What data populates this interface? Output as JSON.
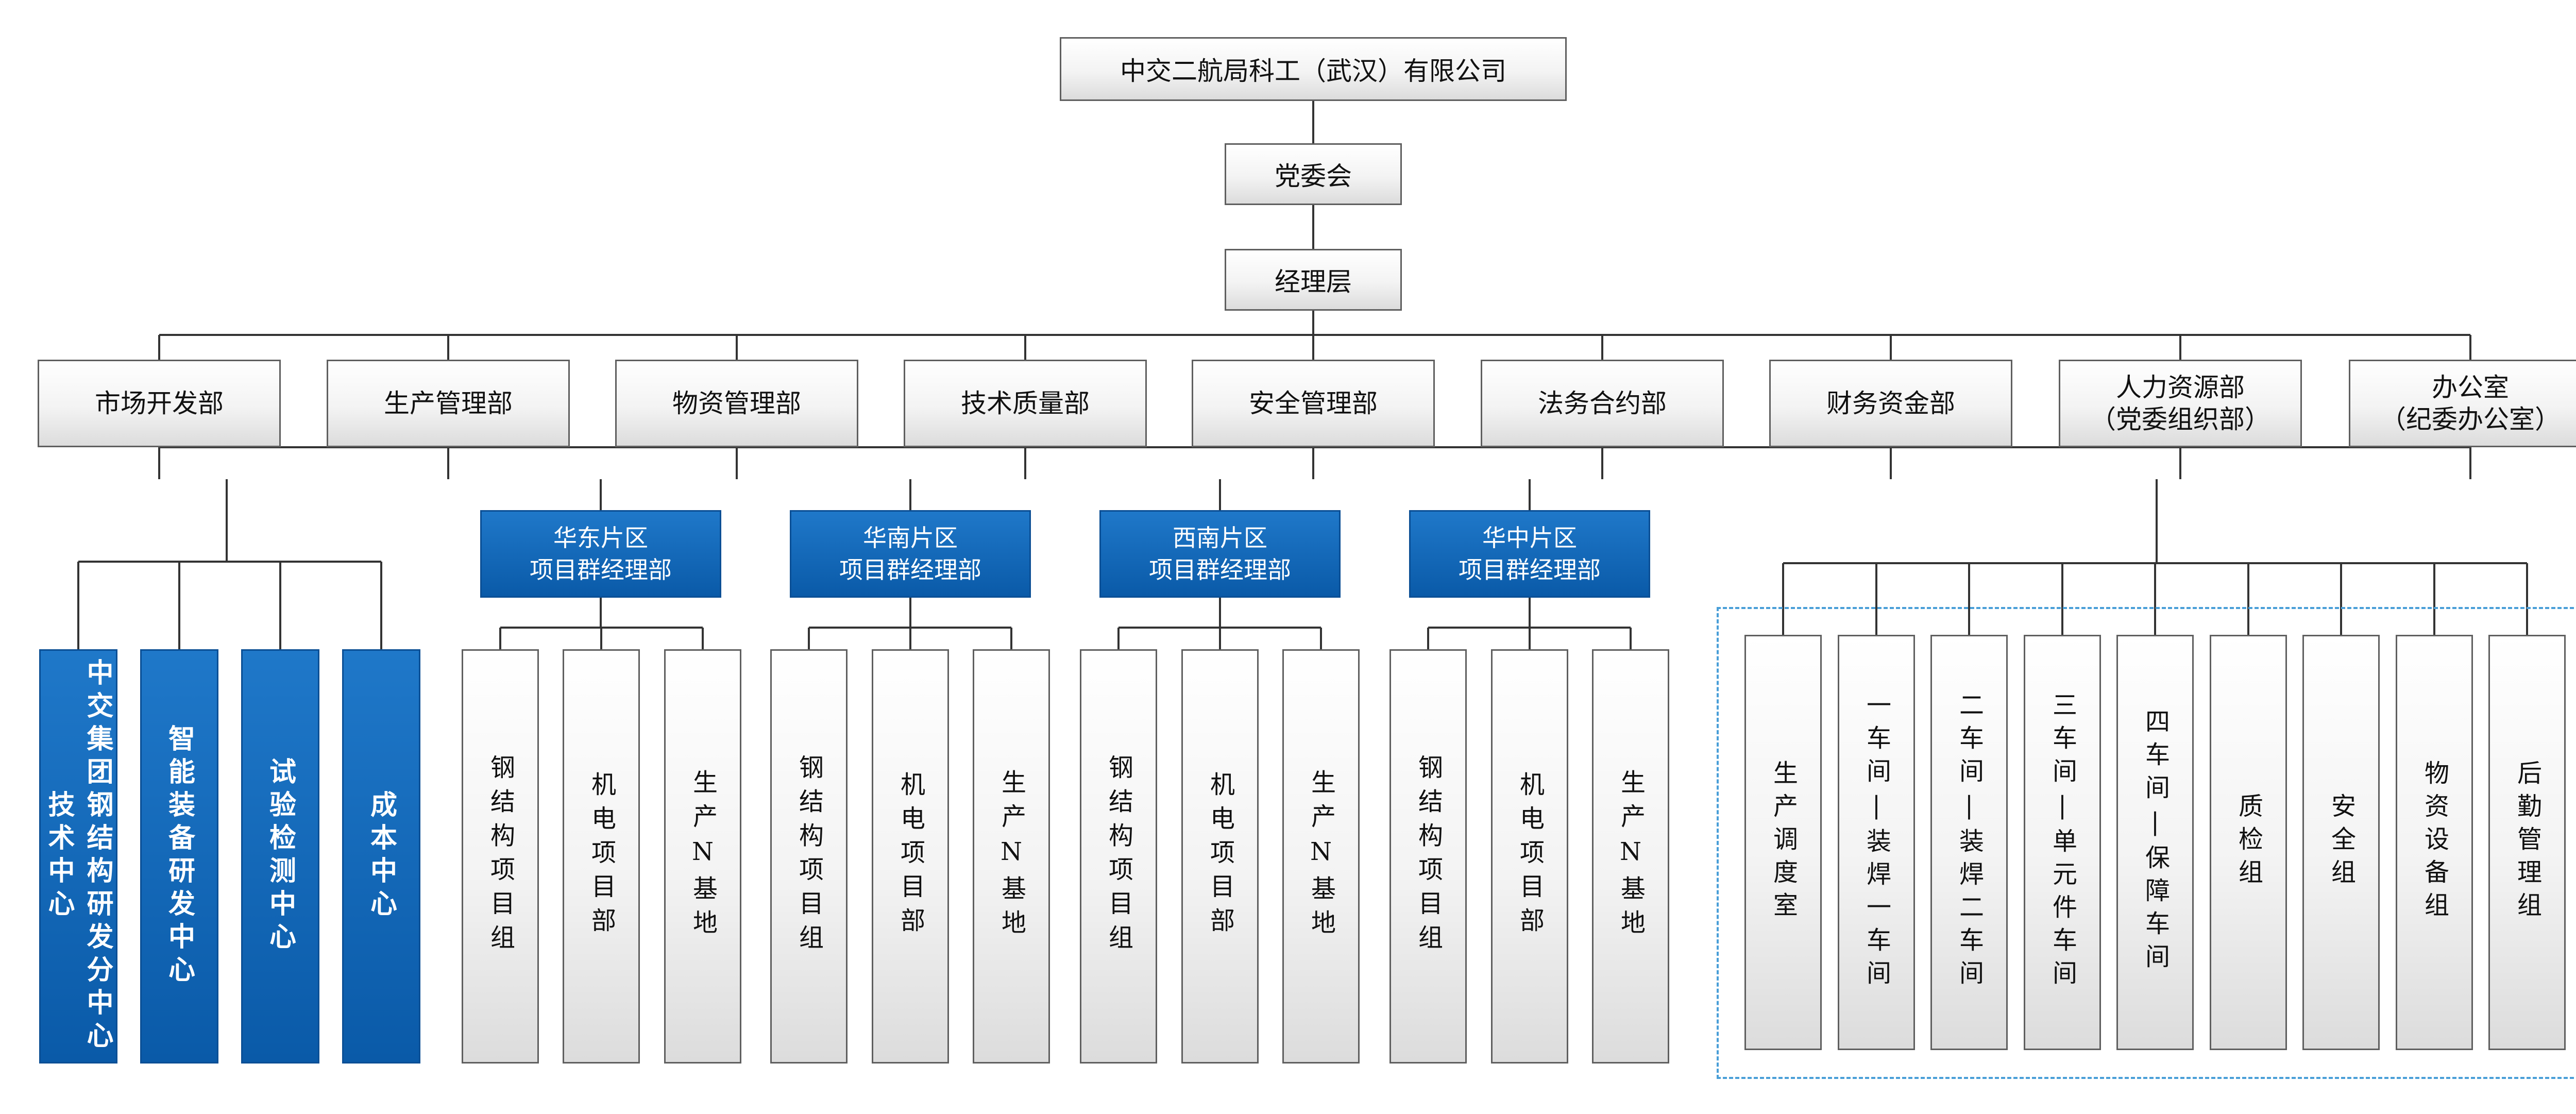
{
  "company": "中交二航局科工（武汉）有限公司",
  "party_committee": "党委会",
  "management": "经理层",
  "departments": [
    {
      "line1": "市场开发部"
    },
    {
      "line1": "生产管理部"
    },
    {
      "line1": "物资管理部"
    },
    {
      "line1": "技术质量部"
    },
    {
      "line1": "安全管理部"
    },
    {
      "line1": "法务合约部"
    },
    {
      "line1": "财务资金部"
    },
    {
      "line1": "人力资源部",
      "line2": "（党委组织部）"
    },
    {
      "line1": "办公室",
      "line2": "（纪委办公室）"
    }
  ],
  "centers": [
    {
      "col1": "技术中心",
      "col2": "中交集团钢结构研发分中心"
    },
    {
      "col1": "智能装备研发中心"
    },
    {
      "col1": "试验检测中心"
    },
    {
      "col1": "成本中心"
    }
  ],
  "regions": [
    {
      "line1": "华东片区",
      "line2": "项目群经理部",
      "subs": [
        "钢结构项目组",
        "机电项目部",
        "生产N基地"
      ]
    },
    {
      "line1": "华南片区",
      "line2": "项目群经理部",
      "subs": [
        "钢结构项目组",
        "机电项目部",
        "生产N基地"
      ]
    },
    {
      "line1": "西南片区",
      "line2": "项目群经理部",
      "subs": [
        "钢结构项目组",
        "机电项目部",
        "生产N基地"
      ]
    },
    {
      "line1": "华中片区",
      "line2": "项目群经理部",
      "subs": [
        "钢结构项目组",
        "机电项目部",
        "生产N基地"
      ]
    }
  ],
  "workshops": [
    {
      "col1": "生产调度室"
    },
    {
      "col1": "一车间|装焊一车间"
    },
    {
      "col1": "二车间|装焊二车间"
    },
    {
      "col1": "三车间|单元件车间"
    },
    {
      "col1": "四车间|保障车间"
    },
    {
      "col1": "质检组"
    },
    {
      "col1": "安全组"
    },
    {
      "col1": "物资设备组"
    },
    {
      "col1": "后勤管理组"
    }
  ],
  "colors": {
    "blue_fill": "#0a5aa8",
    "box_border": "#5f5f5f",
    "dashed_border": "#4a9fd8"
  }
}
